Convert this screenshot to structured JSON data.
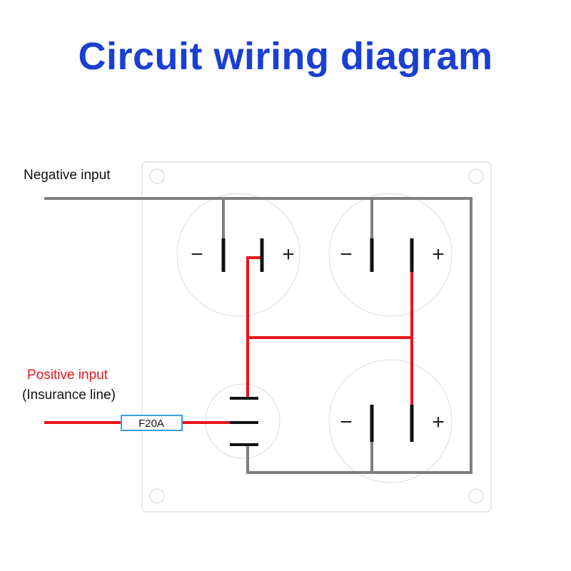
{
  "title": "Circuit wiring diagram",
  "labels": {
    "negative_input": "Negative input",
    "positive_input": "Positive input",
    "insurance_line": "(Insurance line)",
    "fuse": "F20A"
  },
  "terminal_signs": {
    "minus": "−",
    "plus": "+"
  },
  "colors": {
    "title": "#1a3fd1",
    "positive_wire": "#e8141c",
    "negative_wire": "#7f7f7f",
    "fuse_border": "#3aa0e0",
    "terminal": "#111111",
    "panel_outline": "#dcdcdc",
    "positive_label": "#e8141c"
  }
}
